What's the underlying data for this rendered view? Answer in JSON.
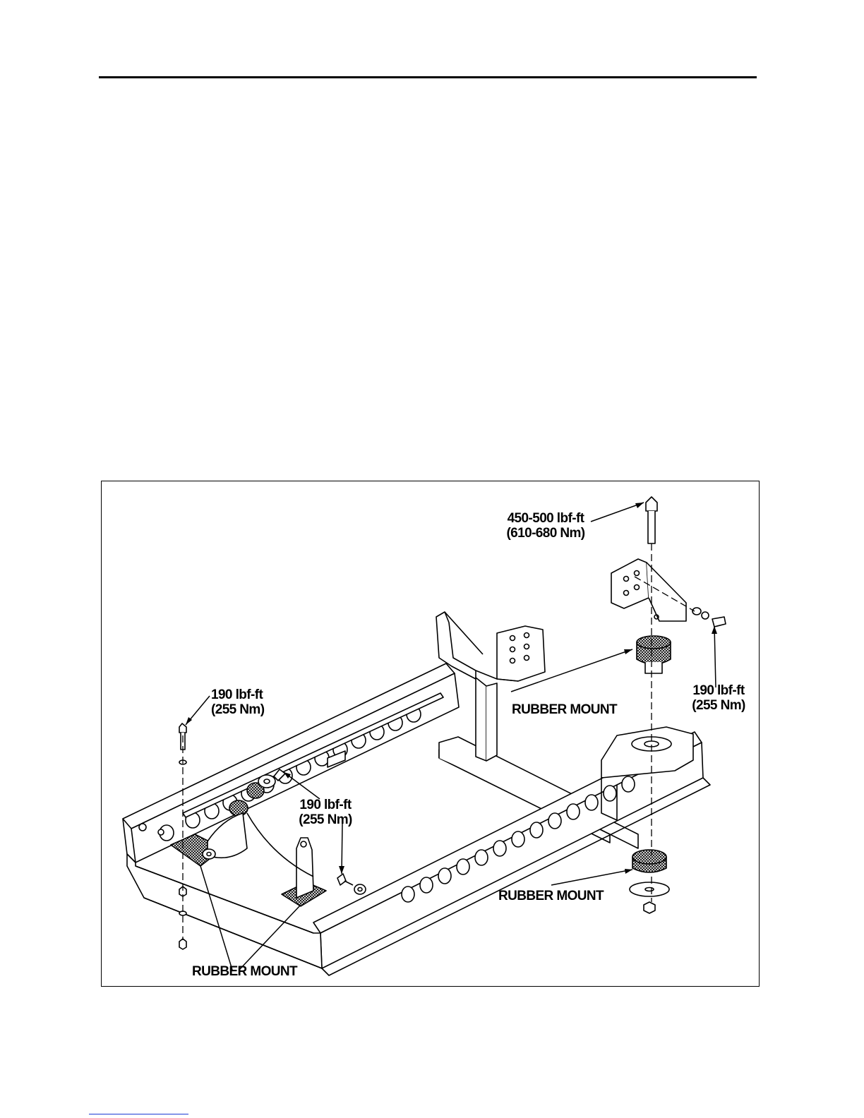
{
  "figure": {
    "labels": {
      "top_torque": "450-500 lbf-ft",
      "top_torque_nm": "(610-680 Nm)",
      "right_torque": "190 lbf-ft",
      "right_torque_nm": "(255 Nm)",
      "left_torque": "190 lbf-ft",
      "left_torque_nm": "(255 Nm)",
      "mid_torque": "190 lbf-ft",
      "mid_torque_nm": "(255 Nm)",
      "rubber_mount_upper": "RUBBER MOUNT",
      "rubber_mount_lower": "RUBBER MOUNT",
      "rubber_mount_left": "RUBBER MOUNT"
    }
  }
}
